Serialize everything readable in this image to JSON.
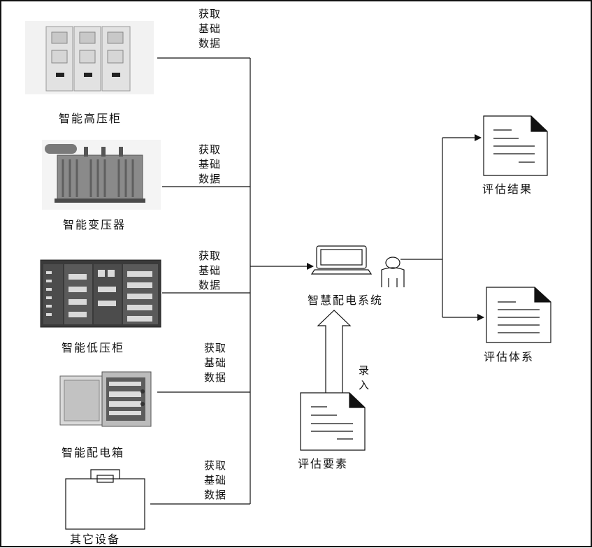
{
  "devices": [
    {
      "id": "hv-cabinet",
      "label": "智能高压柜"
    },
    {
      "id": "transformer",
      "label": "智能变压器"
    },
    {
      "id": "lv-cabinet",
      "label": "智能低压柜"
    },
    {
      "id": "dist-box",
      "label": "智能配电箱"
    },
    {
      "id": "other",
      "label": "其它设备"
    }
  ],
  "edge_label_lines": [
    "获取",
    "基础",
    "数据"
  ],
  "system": {
    "label": "智慧配电系统"
  },
  "outputs": [
    {
      "id": "result",
      "label": "评估结果"
    },
    {
      "id": "framework",
      "label": "评估体系"
    }
  ],
  "input": {
    "label": "评估要素",
    "arrow_label_lines": [
      "录",
      "入"
    ]
  },
  "icons": [
    "cabinet-photo",
    "transformer-photo",
    "lv-cabinet-photo",
    "distribution-box-photo",
    "bag-icon",
    "laptop-icon",
    "person-icon",
    "document-icon"
  ]
}
